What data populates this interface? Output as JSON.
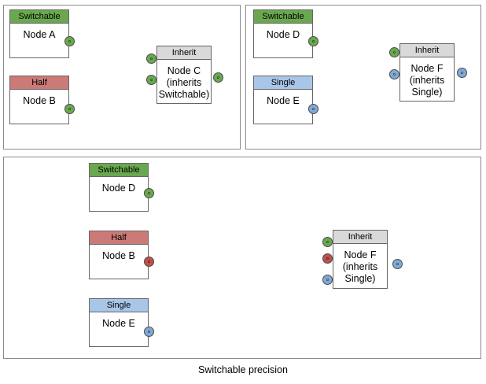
{
  "diagram": {
    "caption": "Switchable precision",
    "colors": {
      "switchable": "#6aa84f",
      "half": "#cc7a78",
      "single": "#a8c6e8",
      "inherit": "#d9d9d9",
      "port_green": "#6aa84f",
      "port_red": "#c0504d",
      "port_blue": "#7fa9d6",
      "edge": "#4d4d4d",
      "panel_border": "#8a8a8a",
      "node_border": "#666666"
    },
    "panels": [
      {
        "id": "panel-1",
        "nodes": [
          {
            "id": "node-a",
            "header": "Switchable",
            "header_style": "switchable",
            "lines": [
              "Node A"
            ]
          },
          {
            "id": "node-b",
            "header": "Half",
            "header_style": "half",
            "lines": [
              "Node B"
            ]
          },
          {
            "id": "node-c",
            "header": "Inherit",
            "header_style": "inherit",
            "lines": [
              "Node C",
              "(inherits",
              "Switchable)"
            ]
          }
        ],
        "ports": [
          {
            "id": "node-a-out",
            "color": "green"
          },
          {
            "id": "node-b-out",
            "color": "green"
          },
          {
            "id": "node-c-in-1",
            "color": "green"
          },
          {
            "id": "node-c-in-2",
            "color": "green"
          },
          {
            "id": "node-c-out",
            "color": "green"
          }
        ],
        "edges": [
          {
            "from": "node-a-out",
            "to": "node-c-in-1"
          },
          {
            "from": "node-b-out",
            "to": "node-c-in-2"
          },
          {
            "from": "node-c-out",
            "to": "panel-1-exit"
          }
        ]
      },
      {
        "id": "panel-2",
        "nodes": [
          {
            "id": "node-d",
            "header": "Switchable",
            "header_style": "switchable",
            "lines": [
              "Node D"
            ]
          },
          {
            "id": "node-e",
            "header": "Single",
            "header_style": "single",
            "lines": [
              "Node E"
            ]
          },
          {
            "id": "node-f",
            "header": "Inherit",
            "header_style": "inherit",
            "lines": [
              "Node F",
              "(inherits",
              "Single)"
            ]
          }
        ],
        "ports": [
          {
            "id": "node-d-out",
            "color": "green"
          },
          {
            "id": "node-e-out",
            "color": "blue"
          },
          {
            "id": "node-f-in-1",
            "color": "green"
          },
          {
            "id": "node-f-in-2",
            "color": "blue"
          },
          {
            "id": "node-f-out",
            "color": "blue"
          }
        ],
        "edges": [
          {
            "from": "node-d-out",
            "to": "node-f-in-1"
          },
          {
            "from": "node-e-out",
            "to": "node-f-in-2"
          },
          {
            "from": "node-f-out",
            "to": "panel-2-exit"
          }
        ]
      },
      {
        "id": "panel-3",
        "nodes": [
          {
            "id": "node-d3",
            "header": "Switchable",
            "header_style": "switchable",
            "lines": [
              "Node D"
            ]
          },
          {
            "id": "node-b3",
            "header": "Half",
            "header_style": "half",
            "lines": [
              "Node B"
            ]
          },
          {
            "id": "node-e3",
            "header": "Single",
            "header_style": "single",
            "lines": [
              "Node E"
            ]
          },
          {
            "id": "node-f3",
            "header": "Inherit",
            "header_style": "inherit",
            "lines": [
              "Node F",
              "(inherits",
              "Single)"
            ]
          }
        ],
        "ports": [
          {
            "id": "node-d3-out",
            "color": "green"
          },
          {
            "id": "node-b3-out",
            "color": "red"
          },
          {
            "id": "node-e3-out",
            "color": "blue"
          },
          {
            "id": "node-f3-in-1",
            "color": "green"
          },
          {
            "id": "node-f3-in-2",
            "color": "red"
          },
          {
            "id": "node-f3-in-3",
            "color": "blue"
          },
          {
            "id": "node-f3-out",
            "color": "blue"
          }
        ],
        "edges": [
          {
            "from": "node-d3-out",
            "to": "node-f3-in-1"
          },
          {
            "from": "node-b3-out",
            "to": "node-f3-in-2"
          },
          {
            "from": "node-e3-out",
            "to": "node-f3-in-3"
          }
        ]
      }
    ],
    "labels": {
      "p1_node_a_header": "Switchable",
      "p1_node_a_body": "Node A",
      "p1_node_b_header": "Half",
      "p1_node_b_body": "Node B",
      "p1_node_c_header": "Inherit",
      "p1_node_c_line1": "Node C",
      "p1_node_c_line2": "(inherits",
      "p1_node_c_line3": "Switchable)",
      "p2_node_d_header": "Switchable",
      "p2_node_d_body": "Node D",
      "p2_node_e_header": "Single",
      "p2_node_e_body": "Node E",
      "p2_node_f_header": "Inherit",
      "p2_node_f_line1": "Node F",
      "p2_node_f_line2": "(inherits",
      "p2_node_f_line3": "Single)",
      "p3_node_d_header": "Switchable",
      "p3_node_d_body": "Node D",
      "p3_node_b_header": "Half",
      "p3_node_b_body": "Node B",
      "p3_node_e_header": "Single",
      "p3_node_e_body": "Node E",
      "p3_node_f_header": "Inherit",
      "p3_node_f_line1": "Node F",
      "p3_node_f_line2": "(inherits",
      "p3_node_f_line3": "Single)"
    }
  }
}
